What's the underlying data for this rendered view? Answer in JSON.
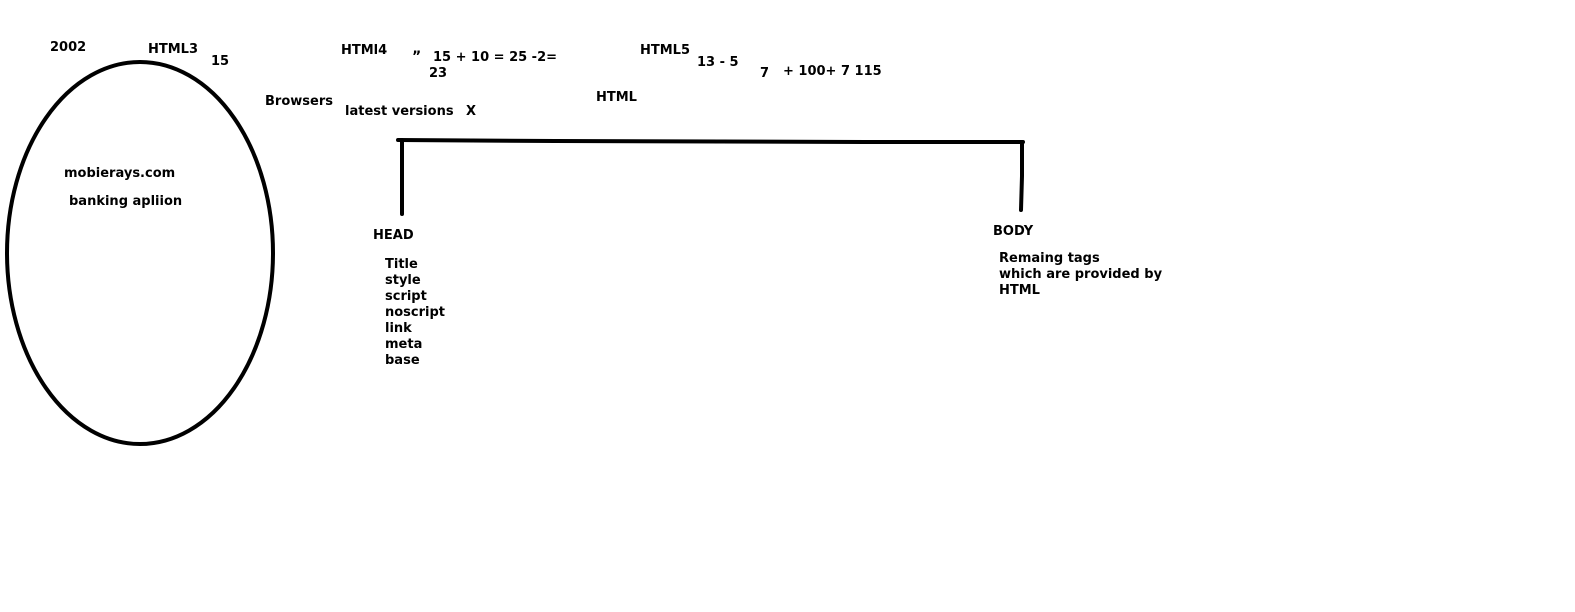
{
  "timeline": {
    "year": "2002",
    "html3": "HTML3",
    "html3_count": "15",
    "html4": "HTMl4",
    "quote_mark": "”",
    "calc_line1": "15 + 10 = 25 -2=",
    "calc_line2": "23",
    "html5": "HTML5",
    "html5_calc": "13 - 5",
    "html5_seven": "7",
    "html5_sum": "+ 100+ 7 115",
    "browsers": "Browsers",
    "latest_versions": "latest versions",
    "x_mark": "X",
    "html_root": "HTML"
  },
  "ellipse_notes": {
    "site": "mobierays.com",
    "app": "banking apliion"
  },
  "tree": {
    "head": {
      "label": "HEAD",
      "children": [
        "Title",
        "style",
        "script",
        "noscript",
        "link",
        "meta",
        "base"
      ]
    },
    "body": {
      "label": "BODY",
      "description_lines": [
        "Remaing tags",
        "which are provided by",
        "HTML"
      ]
    }
  },
  "colors": {
    "ink": "#000000",
    "paper": "#ffffff"
  }
}
